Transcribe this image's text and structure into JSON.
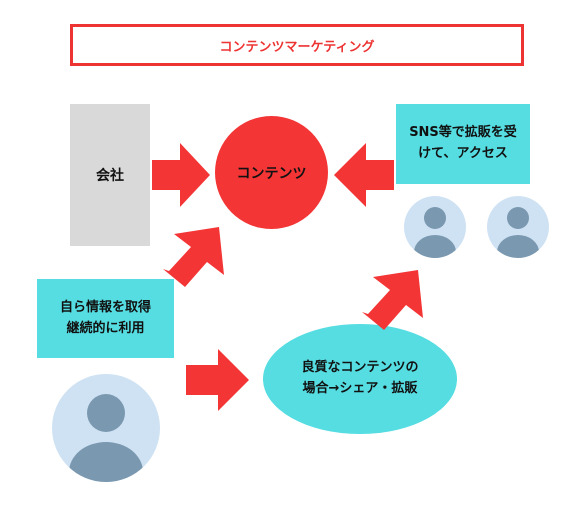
{
  "title": "コンテンツマーケティング",
  "nodes": {
    "company": "会社",
    "content": "コンテンツ",
    "sns": [
      "SNS等で拡販を受",
      "けて、アクセス"
    ],
    "self": [
      "自ら情報を取得",
      "継続的に利用"
    ],
    "quality": [
      "良質なコンテンツの",
      "場合→シェア・拡販"
    ]
  },
  "colors": {
    "red": "#f43535",
    "title_border": "#ee3333",
    "cyan": "#55dde2",
    "gray_box": "#d9d9d9",
    "avatar_bg": "#cfe2f3",
    "avatar_fg": "#7a98b0"
  },
  "icons": [
    "user-avatar-icon",
    "user-avatar-icon",
    "user-avatar-icon"
  ]
}
